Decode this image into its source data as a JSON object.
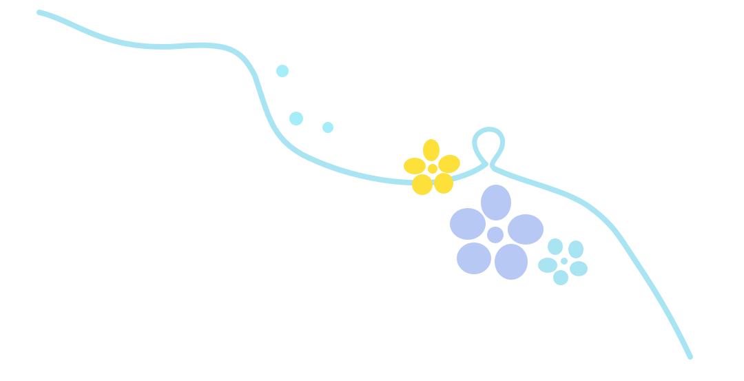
{
  "illustration": {
    "kind": "decorative-ribbon-with-flowers",
    "colors": {
      "background": "#ffffff",
      "ribbon": "#a8e4f2",
      "dots": "#a5edf8",
      "yellow_flower": "#fde03a",
      "blue_flower": "#b8c8f4",
      "small_flower": "#a8e4f2"
    },
    "elements": [
      "ribbon",
      "ribbon-loop",
      "dots",
      "yellow-flower",
      "periwinkle-flower",
      "small-cyan-flower"
    ]
  }
}
